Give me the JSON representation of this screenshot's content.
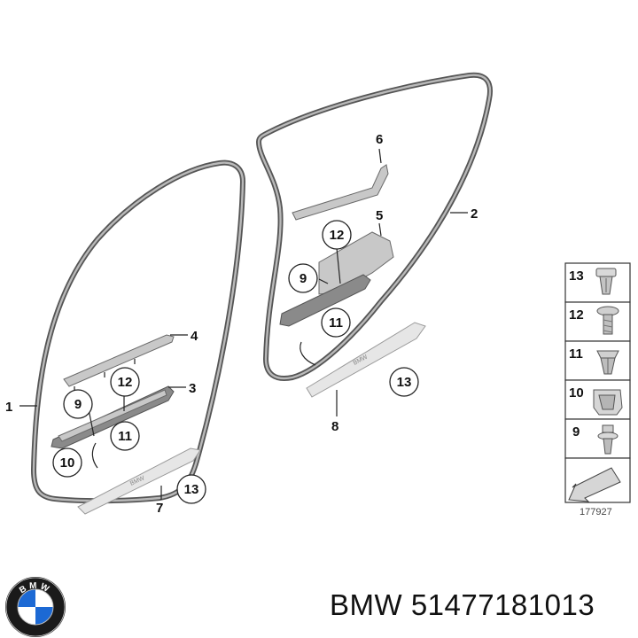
{
  "callouts": {
    "c1": "1",
    "c2": "2",
    "c3": "3",
    "c4": "4",
    "c5": "5",
    "c6": "6",
    "c7": "7",
    "c8": "8",
    "front_9": "9",
    "front_10": "10",
    "front_11": "11",
    "front_12": "12",
    "front_13": "13",
    "rear_9": "9",
    "rear_11": "11",
    "rear_12": "12",
    "rear_13": "13"
  },
  "legend": {
    "items": [
      {
        "number": "13",
        "icon": "expanding-clip-icon"
      },
      {
        "number": "12",
        "icon": "rivet-screw-icon"
      },
      {
        "number": "11",
        "icon": "spreading-nut-icon"
      },
      {
        "number": "10",
        "icon": "holder-clip-icon"
      },
      {
        "number": "9",
        "icon": "push-clip-icon"
      }
    ],
    "arrow_icon": "direction-arrow-icon"
  },
  "drawing_number": "177927",
  "brand": {
    "name": "BMW",
    "part_number": "51477181013",
    "label": "BMW 51477181013",
    "logo_letters": "BMW",
    "colors": {
      "logo_blue": "#1c69d4",
      "logo_ring": "#1a1a1a"
    }
  }
}
